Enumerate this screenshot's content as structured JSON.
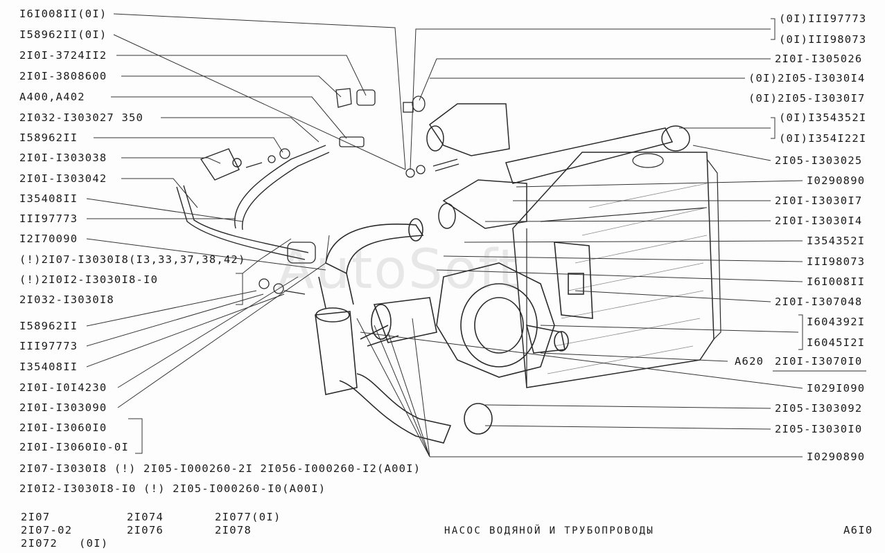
{
  "left_labels": [
    "I6I008II(0I)",
    "I58962II(0I)",
    "2I0I-3724II2",
    "2I0I-3808600",
    "A400,A402",
    "2I032-I303027 350",
    "I58962II",
    "2I0I-I303038",
    "2I0I-I303042",
    "I35408II",
    "III97773",
    "I2I70090",
    "(!)2I07-I3030I8(I3,33,37,38,42)",
    "(!)2I0I2-I3030I8-I0",
    "2I032-I3030I8",
    "I58962II",
    "III97773",
    "I35408II",
    "2I0I-I0I4230",
    "2I0I-I303090",
    "2I0I-I3060I0",
    "2I0I-I3060I0-0I"
  ],
  "right_labels": [
    "(0I)III97773",
    "(0I)III98073",
    "2I0I-I305026",
    "(0I)2I05-I3030I4",
    "(0I)2I05-I3030I7",
    "(0I)I354352I",
    "(0I)I354I22I",
    "2I05-I303025",
    "I0290890",
    "2I0I-I3030I7",
    "2I0I-I3030I4",
    "I354352I",
    "III98073",
    "I6I008II",
    "2I0I-I307048",
    "I604392I",
    "I6045I2I",
    "A620",
    "2I0I-I3070I0",
    "I029I090",
    "2I05-I303092",
    "2I05-I3030I0",
    "I0290890"
  ],
  "bottom_notes": [
    "2I07-I3030I8 (!) 2I05-I000260-2I 2I056-I000260-I2(A00I)",
    "2I0I2-I3030I8-I0 (!) 2I05-I000260-I0(A00I)"
  ],
  "models": [
    "2I07",
    "2I074",
    "2I077(0I)",
    "2I07-02",
    "2I076",
    "2I078",
    "2I072",
    "(0I)"
  ],
  "title": "НАСОС ВОДЯНОЙ И ТРУБОПРОВОДЫ",
  "page_code": "A6I0",
  "watermark": "AutoSoft",
  "colors": {
    "ink": "#1a1a1a",
    "paper": "#fdfdfd"
  }
}
